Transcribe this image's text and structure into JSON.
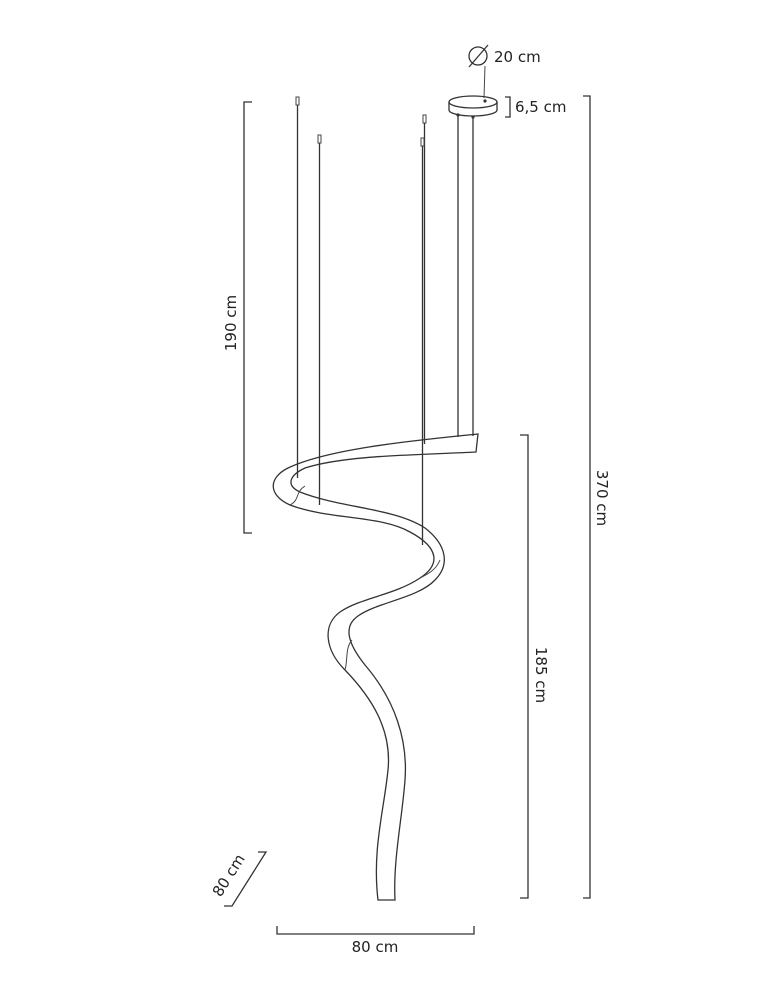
{
  "diagram": {
    "dimensions": {
      "canopy_diameter": "20 cm",
      "canopy_height": "6,5 cm",
      "suspension_length": "190 cm",
      "total_height": "370 cm",
      "lamp_height": "185 cm",
      "width": "80 cm",
      "depth": "80 cm"
    },
    "icons": {
      "diameter_symbol": "diameter-icon"
    }
  }
}
